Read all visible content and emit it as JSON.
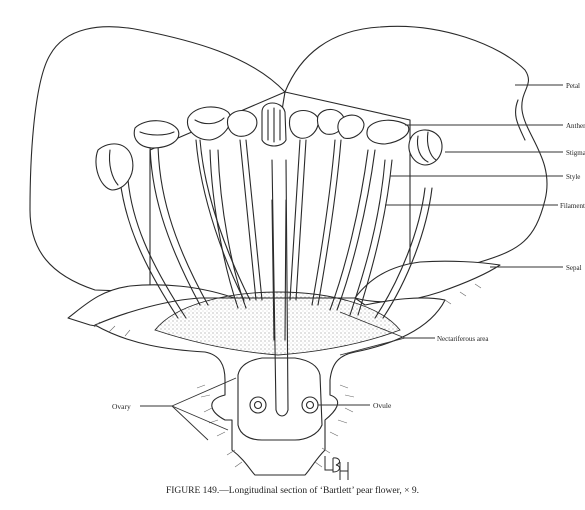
{
  "labels": {
    "petal": "Petal",
    "anther": "Anther",
    "stigma": "Stigma",
    "style": "Style",
    "filament": "Filament",
    "sepal": "Sepal",
    "nectariferous": "Nectariferous area",
    "ovary": "Ovary",
    "ovule": "Ovule"
  },
  "signature": "LBH",
  "caption": "FIGURE 149.—Longitudinal section of ‘Bartlett’ pear flower, × 9."
}
